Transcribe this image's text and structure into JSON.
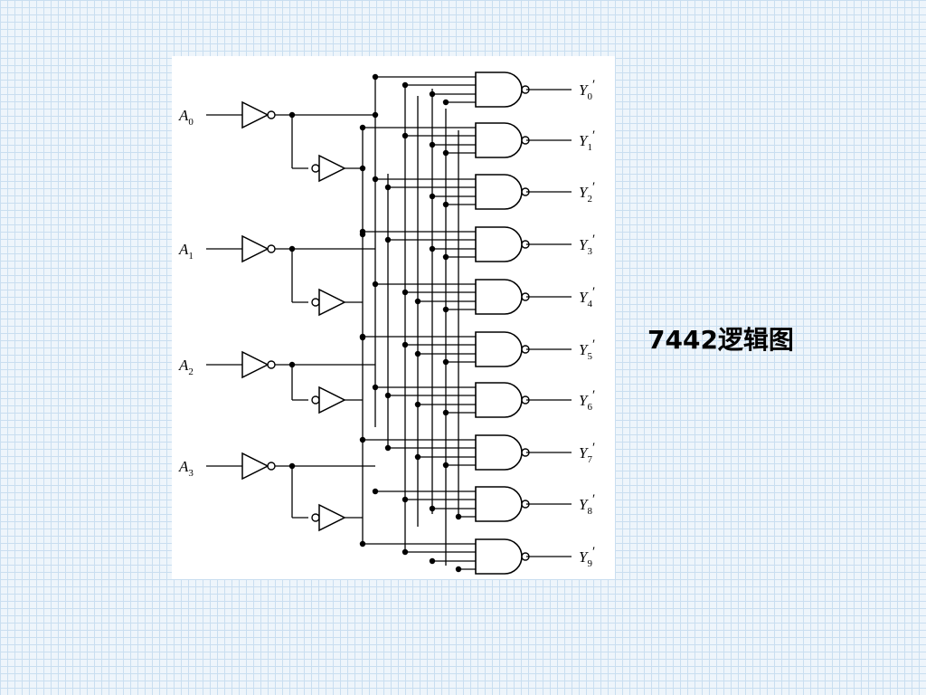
{
  "slide": {
    "title": "7442逻辑图"
  },
  "diagram": {
    "inputs": [
      {
        "letter": "A",
        "index": "0"
      },
      {
        "letter": "A",
        "index": "1"
      },
      {
        "letter": "A",
        "index": "2"
      },
      {
        "letter": "A",
        "index": "3"
      }
    ],
    "outputs": [
      {
        "letter": "Y",
        "index": "0",
        "prime": "′"
      },
      {
        "letter": "Y",
        "index": "1",
        "prime": "′"
      },
      {
        "letter": "Y",
        "index": "2",
        "prime": "′"
      },
      {
        "letter": "Y",
        "index": "3",
        "prime": "′"
      },
      {
        "letter": "Y",
        "index": "4",
        "prime": "′"
      },
      {
        "letter": "Y",
        "index": "5",
        "prime": "′"
      },
      {
        "letter": "Y",
        "index": "6",
        "prime": "′"
      },
      {
        "letter": "Y",
        "index": "7",
        "prime": "′"
      },
      {
        "letter": "Y",
        "index": "8",
        "prime": "′"
      },
      {
        "letter": "Y",
        "index": "9",
        "prime": "′"
      }
    ],
    "colors": {
      "wire": "#000000",
      "background": "#ffffff",
      "grid": "#c9def0"
    }
  }
}
